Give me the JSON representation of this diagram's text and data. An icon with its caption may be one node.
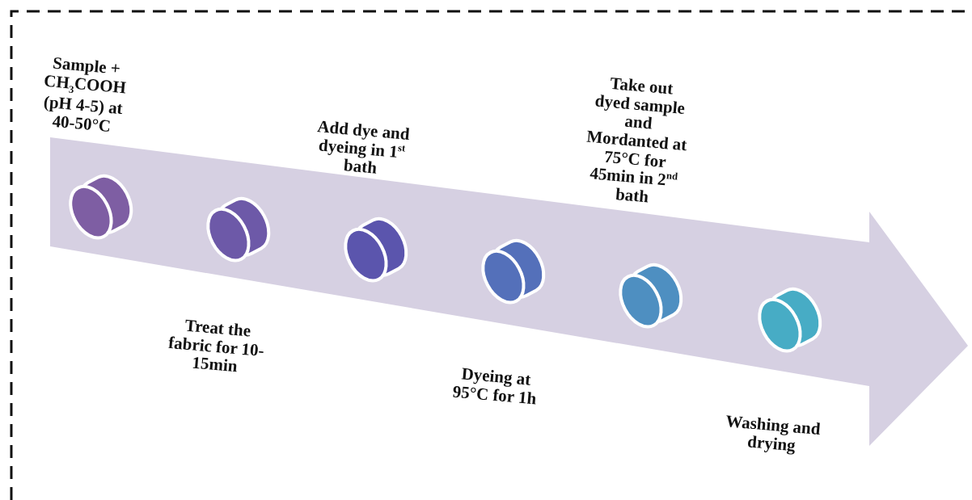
{
  "diagram": {
    "nodes": [
      {
        "text": [],
        "shape": "cylinder",
        "beside": [
          "Sample + CH$_{3}$COOH (pH 4-5) at 40-50°C"
        ]
      },
      {
        "text": [],
        "shape": "cylinder",
        "beside": [
          "Treat the fabric for 10-15min"
        ]
      },
      {
        "text": [],
        "shape": "cylinder",
        "beside": [
          "Add dye and dyeing in 1$^{st}$ bath"
        ]
      },
      {
        "text": [],
        "shape": "cylinder",
        "beside": [
          "Dyeing at 95°C for 1h"
        ]
      },
      {
        "text": [],
        "shape": "cylinder",
        "beside": [
          "Take out dyed sample and Mordanted at 75°C for 45min in 2$^{nd}$ bath"
        ]
      },
      {
        "text": [],
        "shape": "cylinder",
        "beside": [
          "Washing and drying"
        ]
      }
    ],
    "edges": []
  }
}
